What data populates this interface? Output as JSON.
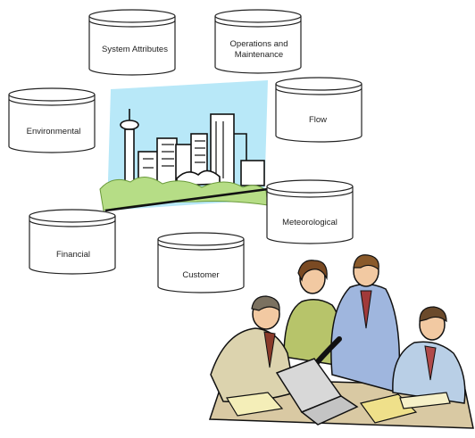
{
  "diagram": {
    "databases": [
      {
        "id": "system-attributes",
        "lines": [
          "System Attributes"
        ]
      },
      {
        "id": "operations-and-maintenance",
        "lines": [
          "Operations and",
          "Maintenance"
        ]
      },
      {
        "id": "environmental",
        "lines": [
          "Environmental"
        ]
      },
      {
        "id": "flow",
        "lines": [
          "Flow"
        ]
      },
      {
        "id": "meteorological",
        "lines": [
          "Meteorological"
        ]
      },
      {
        "id": "financial",
        "lines": [
          "Financial"
        ]
      },
      {
        "id": "customer",
        "lines": [
          "Customer"
        ]
      }
    ],
    "clipart": [
      {
        "id": "city-skyline",
        "depicts": "city skyline illustration"
      },
      {
        "id": "team-at-laptop",
        "depicts": "business team gathered around a laptop"
      }
    ]
  }
}
